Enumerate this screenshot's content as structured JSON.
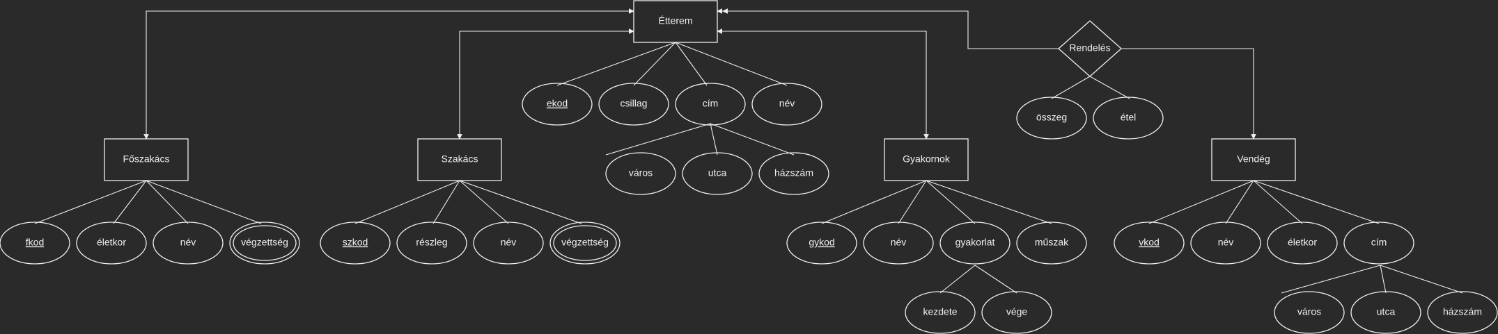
{
  "colors": {
    "background": "#2a2a2a",
    "stroke": "#f0f0f0",
    "text": "#f0f0f0"
  },
  "entities": {
    "etterem": "Étterem",
    "foszakacs": "Főszakács",
    "szakacs": "Szakács",
    "gyakornok": "Gyakornok",
    "vendeg": "Vendég"
  },
  "relationship": {
    "rendeles": "Rendelés"
  },
  "attributes": {
    "etterem": {
      "ekod": "ekod",
      "csillag": "csillag",
      "cim": "cím",
      "nev": "név",
      "varos": "város",
      "utca": "utca",
      "hazszam": "házszám"
    },
    "rendeles": {
      "osszeg": "összeg",
      "etel": "étel"
    },
    "foszakacs": {
      "fkod": "fkod",
      "eletkor": "életkor",
      "nev": "név",
      "vegzettseg": "végzettség"
    },
    "szakacs": {
      "szkod": "szkod",
      "reszleg": "részleg",
      "nev": "név",
      "vegzettseg": "végzettség"
    },
    "gyakornok": {
      "gykod": "gykod",
      "nev": "név",
      "gyakorlat": "gyakorlat",
      "muszak": "műszak",
      "kezdete": "kezdete",
      "vege": "vége"
    },
    "vendeg": {
      "vkod": "vkod",
      "nev": "név",
      "eletkor": "életkor",
      "cim": "cím",
      "varos": "város",
      "utca": "utca",
      "hazszam": "házszám"
    }
  }
}
